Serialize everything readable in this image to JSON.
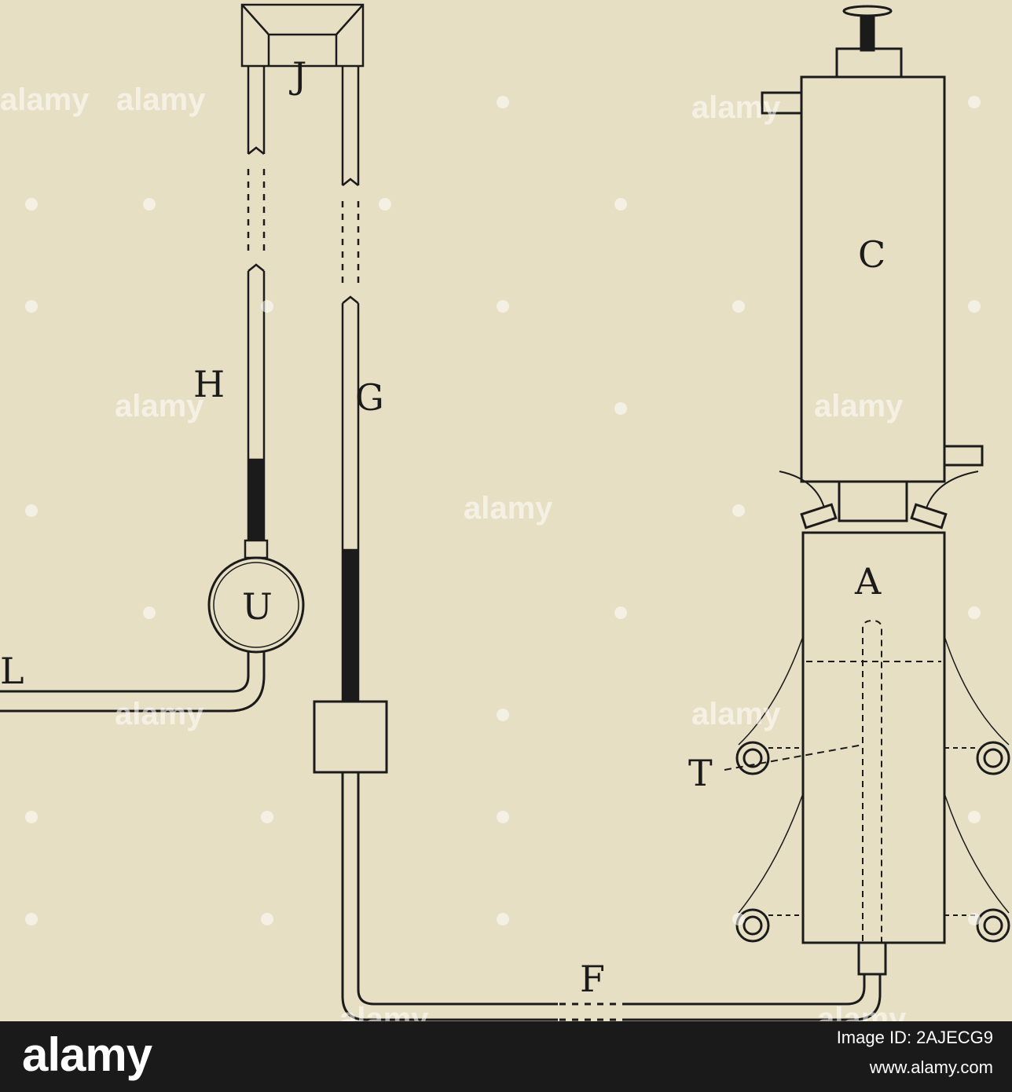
{
  "labels": {
    "J": "J",
    "C": "C",
    "H": "H",
    "G": "G",
    "U": "U",
    "A": "A",
    "L": "L",
    "T": "T",
    "F": "F"
  },
  "watermark": {
    "text": "alamy"
  },
  "footer": {
    "brand": "alamy",
    "image_id_label": "Image ID: 2AJECG9",
    "url": "www.alamy.com"
  },
  "colors": {
    "paper": "#e7dfc4",
    "ink": "#1b1b1b",
    "footer_bg": "#1a1a1a"
  }
}
